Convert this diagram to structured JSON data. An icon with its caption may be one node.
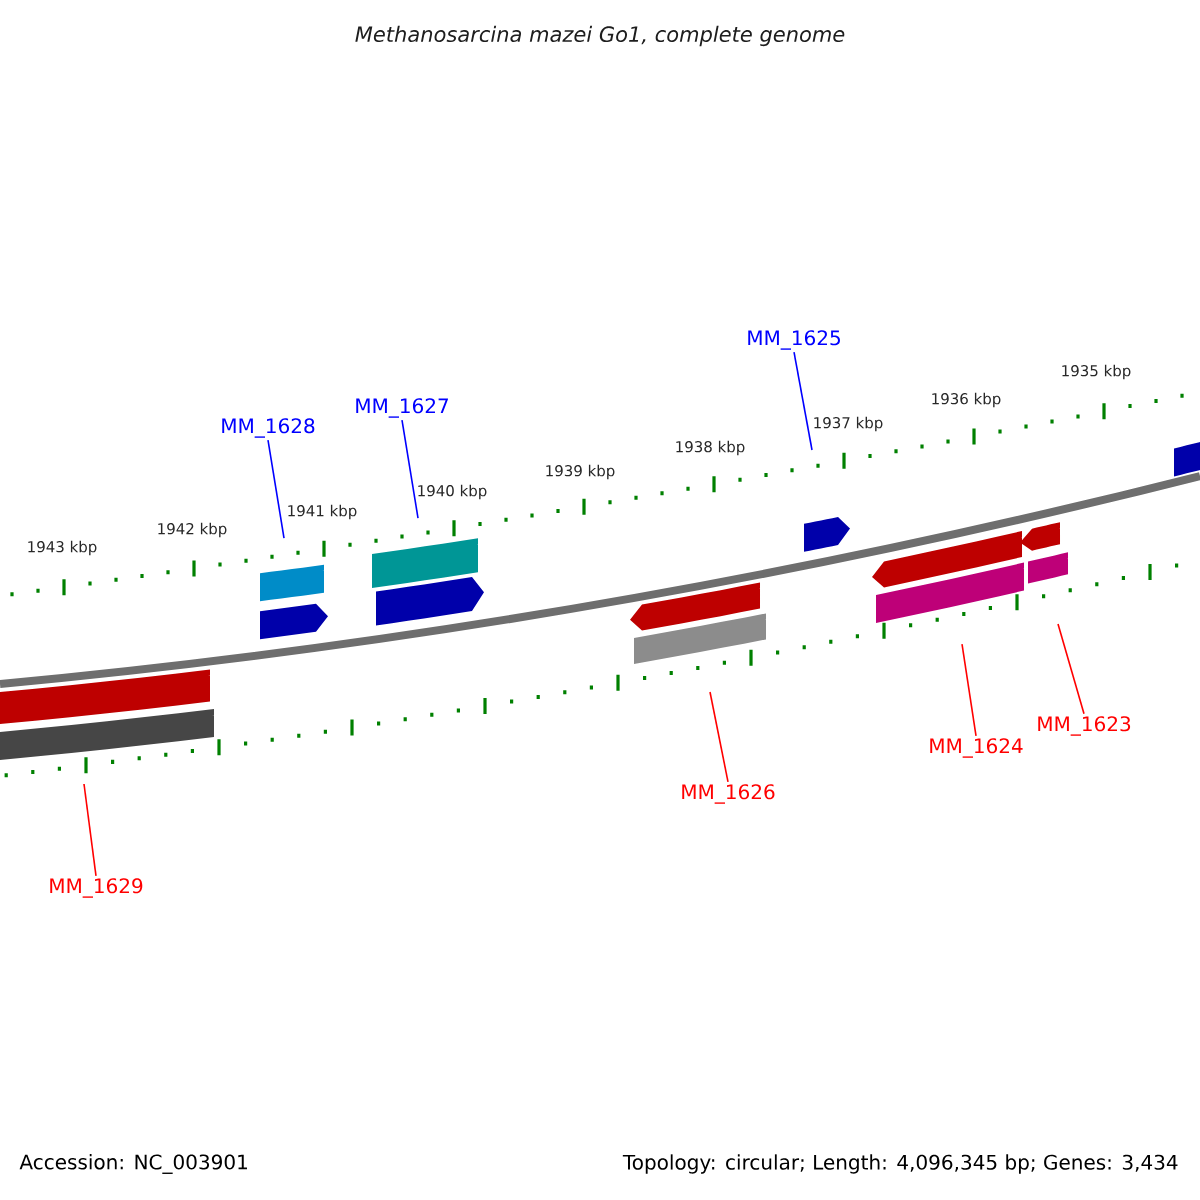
{
  "diagram": {
    "title": "Methanosarcina mazei Go1, complete genome",
    "nodes": [
      {
        "text": [
          "MM_1628"
        ]
      },
      {
        "text": [
          "MM_1627"
        ]
      },
      {
        "text": [
          "MM_1625"
        ]
      },
      {
        "text": [
          "MM_1629"
        ]
      },
      {
        "text": [
          "MM_1626"
        ]
      },
      {
        "text": [
          "MM_1624"
        ]
      },
      {
        "text": [
          "MM_1623"
        ]
      }
    ],
    "edges": [
      {
        "from": 0,
        "to": null,
        "arrow": "none",
        "color": "#0000ff"
      },
      {
        "from": 1,
        "to": null,
        "arrow": "none",
        "color": "#0000ff"
      },
      {
        "from": 2,
        "to": null,
        "arrow": "none",
        "color": "#0000ff"
      },
      {
        "from": 3,
        "to": null,
        "arrow": "none",
        "color": "#ff0000"
      },
      {
        "from": 4,
        "to": null,
        "arrow": "none",
        "color": "#ff0000"
      },
      {
        "from": 5,
        "to": null,
        "arrow": "none",
        "color": "#ff0000"
      },
      {
        "from": 6,
        "to": null,
        "arrow": "none",
        "color": "#ff0000"
      }
    ],
    "labels": [
      "1943 kbp",
      "1942 kbp",
      "1941 kbp",
      "1940 kbp",
      "1939 kbp",
      "1938 kbp",
      "1937 kbp",
      "1936 kbp",
      "1935 kbp",
      "Accession: NC_003901",
      "Topology: circular; Length: 4,096,345 bp; Genes: 3,434"
    ]
  }
}
